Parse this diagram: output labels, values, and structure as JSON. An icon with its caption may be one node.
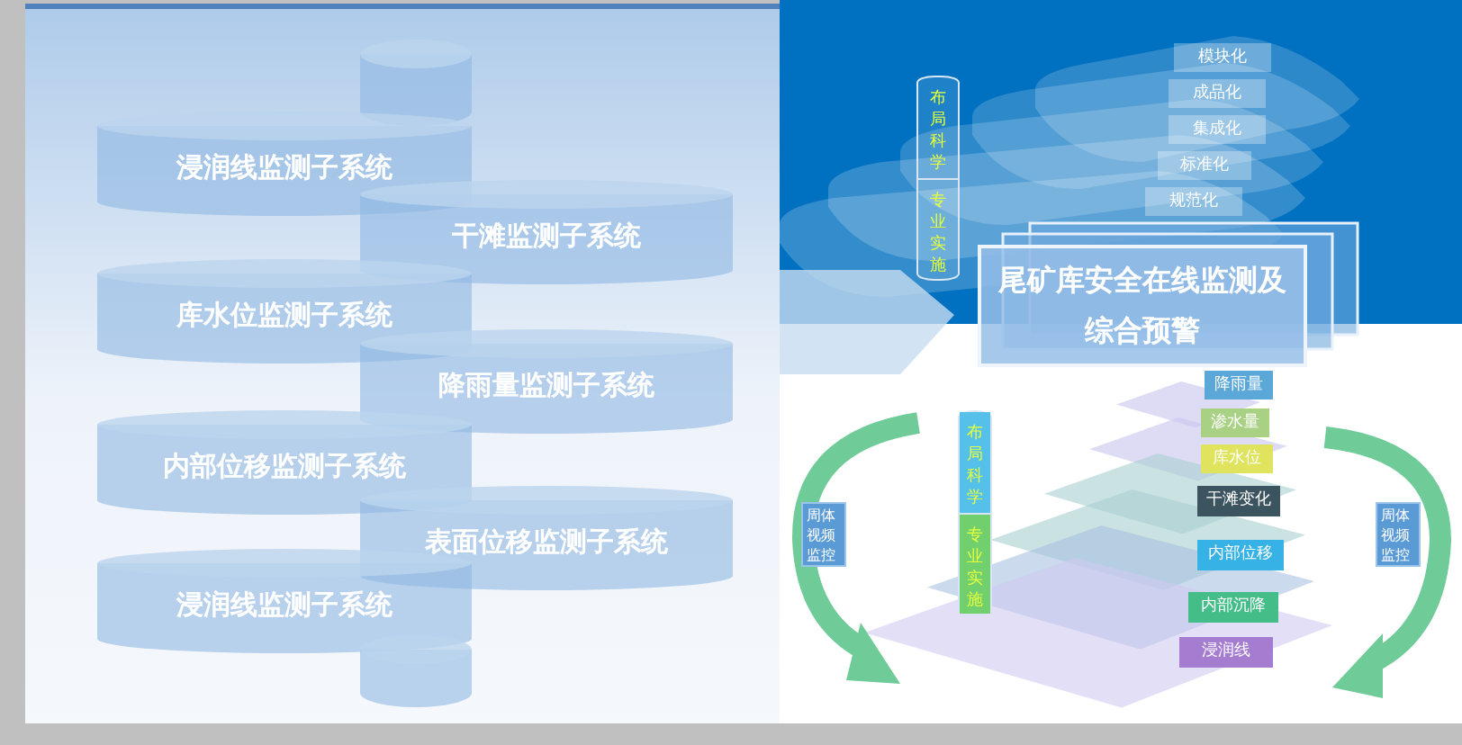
{
  "diagram": {
    "nodes": [
      {
        "text": [],
        "shape": "cylinder"
      },
      {
        "text": [
          "浸润线监测子系统"
        ]
      },
      {
        "text": [
          "干滩监测子系统"
        ]
      },
      {
        "text": [
          "库水位监测子系统"
        ]
      },
      {
        "text": [
          "降雨量监测子系统"
        ]
      },
      {
        "text": [
          "内部位移监测子系统"
        ]
      },
      {
        "text": [
          "表面位移监测子系统"
        ]
      },
      {
        "text": [
          "浸润线监测子系统"
        ]
      },
      {
        "text": [],
        "shape": "cylinder"
      },
      {
        "text": [
          "布局科学",
          "专业实施"
        ]
      },
      {
        "text": [
          "模块化"
        ]
      },
      {
        "text": [
          "成品化"
        ]
      },
      {
        "text": [
          "集成化"
        ]
      },
      {
        "text": [
          "标准化"
        ]
      },
      {
        "text": [
          "规范化"
        ]
      },
      {
        "text": [
          "尾矿库安全在线监测及综合预警"
        ]
      },
      {
        "text": [
          "布局科学",
          "专业实施"
        ]
      },
      {
        "text": [
          "降雨量"
        ]
      },
      {
        "text": [
          "渗水量"
        ]
      },
      {
        "text": [
          "库水位"
        ]
      },
      {
        "text": [
          "干滩变化"
        ]
      },
      {
        "text": [
          "内部位移"
        ]
      },
      {
        "text": [
          "内部沉降"
        ]
      },
      {
        "text": [
          "浸润线"
        ]
      },
      {
        "text": [
          "周体视频监控"
        ]
      },
      {
        "text": [
          "周体视频监控"
        ]
      }
    ]
  }
}
